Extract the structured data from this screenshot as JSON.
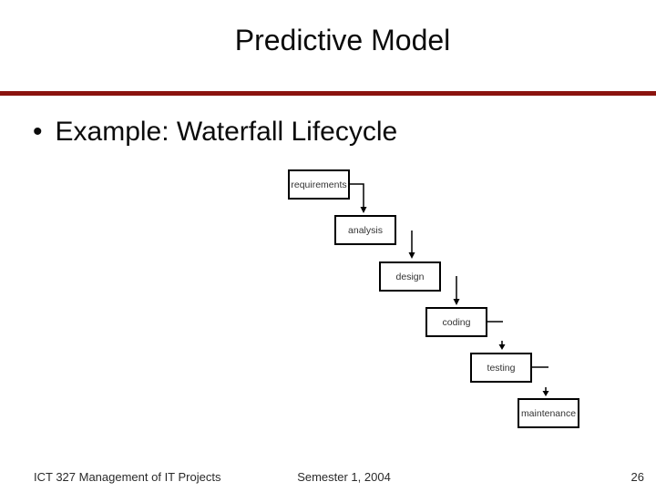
{
  "slide": {
    "title": "Predictive Model",
    "bullet_glyph": "•",
    "bullet_text": "Example: Waterfall Lifecycle",
    "accent_color": "#8b130e"
  },
  "diagram": {
    "boxes": [
      {
        "label": "requirements"
      },
      {
        "label": "analysis"
      },
      {
        "label": "design"
      },
      {
        "label": "coding"
      },
      {
        "label": "testing"
      },
      {
        "label": "maintenance"
      }
    ],
    "edges": [
      [
        "requirements",
        "analysis"
      ],
      [
        "analysis",
        "design"
      ],
      [
        "design",
        "coding"
      ],
      [
        "coding",
        "testing"
      ],
      [
        "testing",
        "maintenance"
      ]
    ]
  },
  "footer": {
    "course": "ICT 327 Management of IT Projects",
    "semester": "Semester 1, 2004",
    "page_number": "26"
  }
}
